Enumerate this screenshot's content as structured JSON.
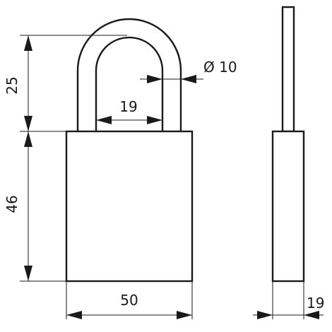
{
  "colors": {
    "line": "#1a1a1a",
    "background": "#ffffff"
  },
  "dimensions": {
    "shackle_height": "25",
    "body_height": "46",
    "shackle_inner_width": "19",
    "shackle_diameter": "Ø 10",
    "body_width": "50",
    "body_thickness": "19"
  }
}
